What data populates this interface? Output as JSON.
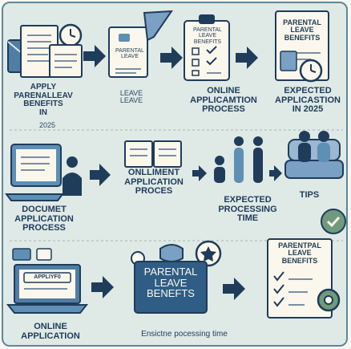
{
  "labels": {
    "top_doc_a": "PARENTAL\nLEAVE",
    "top_doc_b": "PARENTAL\nLEAVE\nBENEFITS",
    "top_doc_c": "PARENTAL\nLEAVE\nBENEFITS",
    "apply": "APPLY\nPARENALLEAV\nBENEFITS\nIN",
    "year_small": "2025",
    "leave": "LEAVE\nLEAVE",
    "online_process": "ONLINE\nAPPLICAMTION\nPROCESS",
    "expected_2025": "EXPECTED\nAPPLICASTION\nIN 2025",
    "onlliment": "ONLLIMENT\nAPPLICATION\nPROCES",
    "document_process": "DOCUMET\nAPPLICATION\nPROCESS",
    "expected_time": "EXPECTED\nPROCESSING\nTIME",
    "tips": "TIPS",
    "laptop_screen": "APPLIYF0",
    "parental_box": "PARENTAL\nLEAVE\nBENEFTS",
    "checklist": "PARENTPAL\nLEAVE\nBENEFITS",
    "online_application": "ONLINE\nAPPLICATION",
    "estimate": "Ensictne pocessing time"
  },
  "colors": {
    "background": "#dfe9e6",
    "navy": "#1f3c5a",
    "accent_blue": "#5e8fb4",
    "paper": "#fbf7ec",
    "green": "#6f9a7c"
  }
}
